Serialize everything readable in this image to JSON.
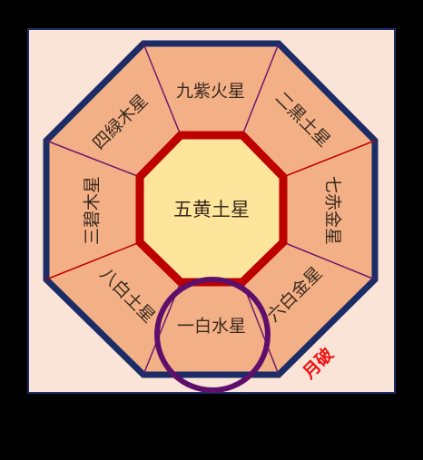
{
  "diagram": {
    "center": {
      "label": "五黄土星"
    },
    "sectors": [
      {
        "id": "n",
        "label": "九紫火星"
      },
      {
        "id": "ne",
        "label": "二黒土星"
      },
      {
        "id": "e",
        "label": "七赤金星"
      },
      {
        "id": "se",
        "label": "六白金星"
      },
      {
        "id": "s",
        "label": "一白水星"
      },
      {
        "id": "sw",
        "label": "八白土星"
      },
      {
        "id": "w",
        "label": "三碧木星"
      },
      {
        "id": "nw",
        "label": "四緑木星"
      }
    ],
    "marker": {
      "label": "月破",
      "target": "s"
    },
    "colors": {
      "background": "#fae4d8",
      "sector_fill": "#f3b086",
      "center_fill": "#fde59b",
      "outer_border": "#1c2c66",
      "inner_border": "#bd0000",
      "marker_circle": "#5e0f6b",
      "marker_text": "#ee1111",
      "divider_purple": "#6b1a6b",
      "divider_red": "#c00000"
    }
  }
}
